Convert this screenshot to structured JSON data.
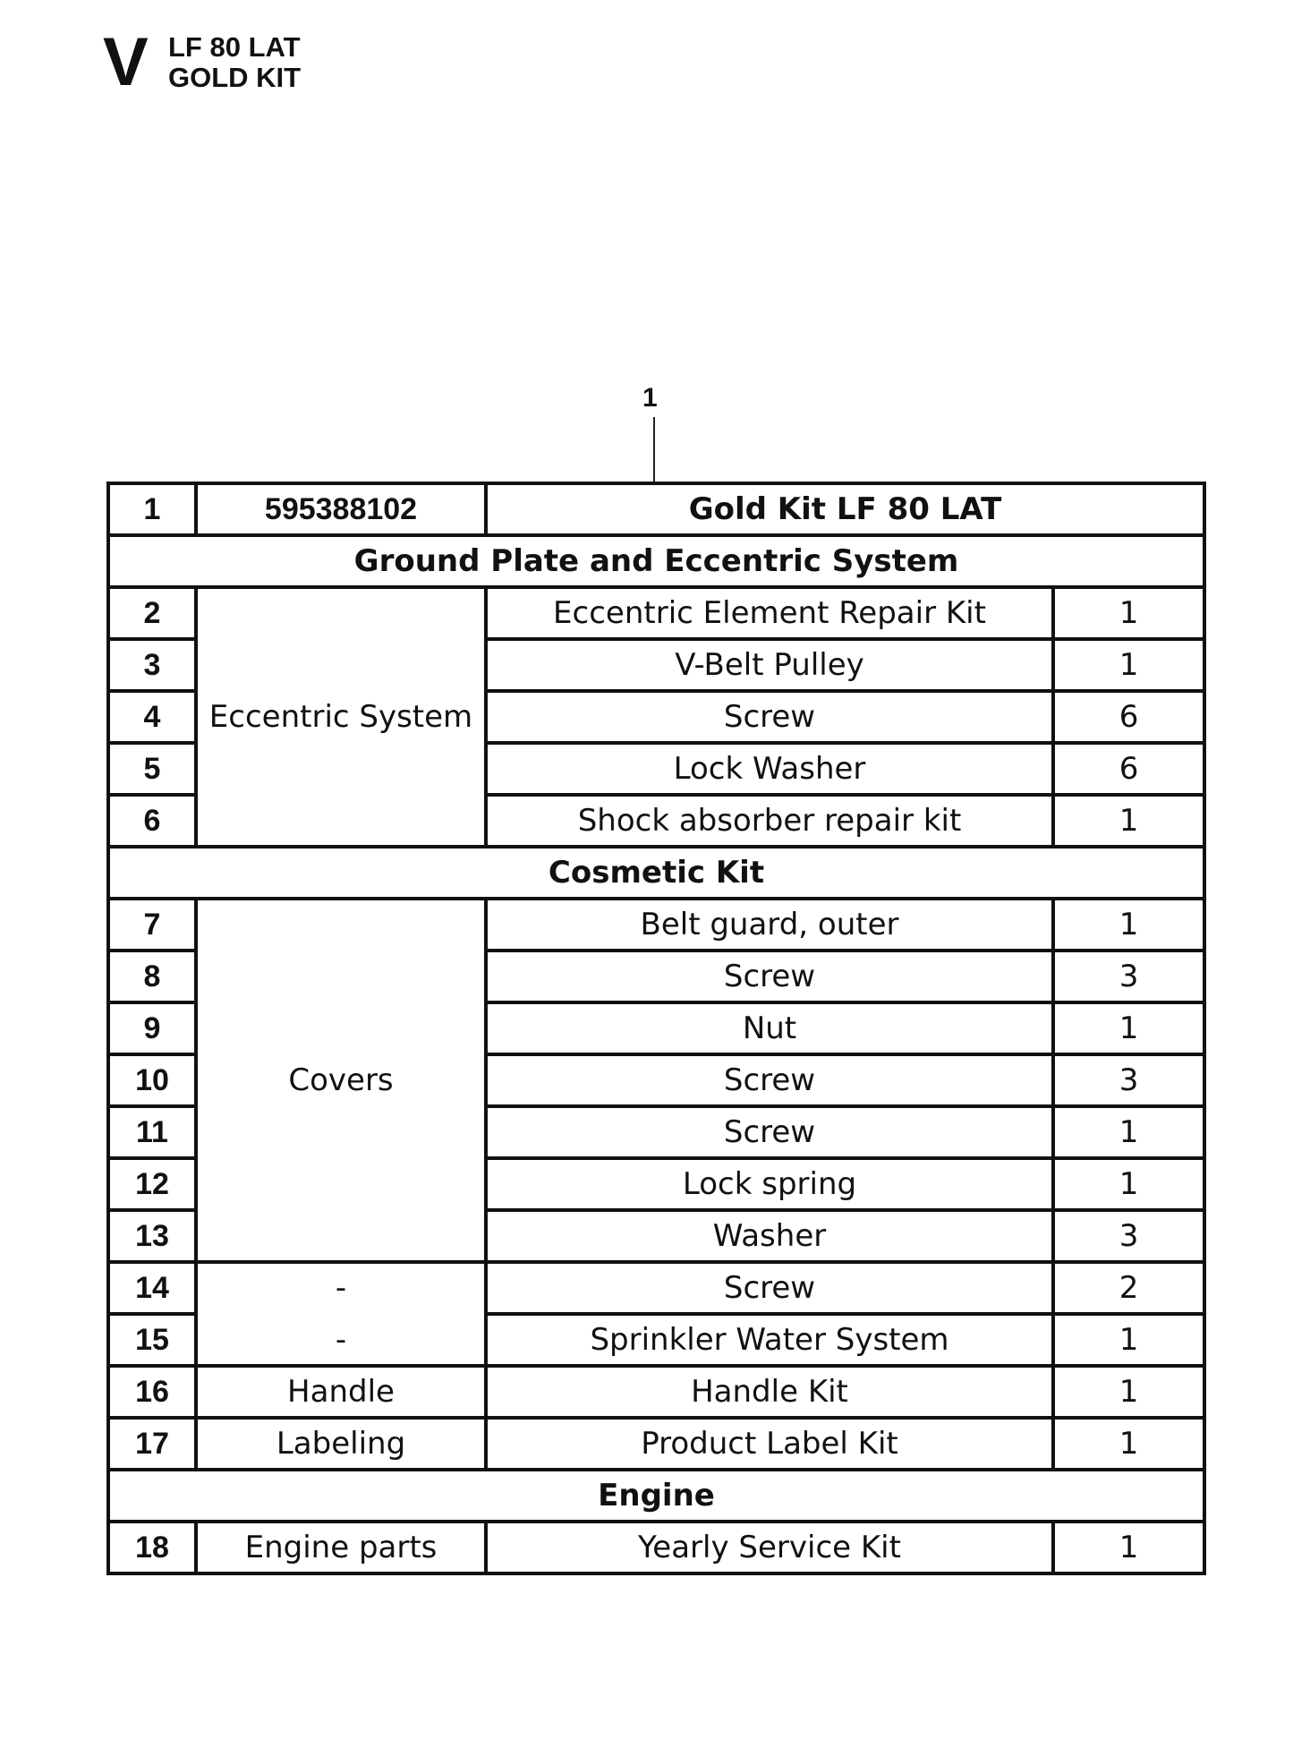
{
  "header": {
    "section_letter": "V",
    "model": "LF 80 LAT",
    "subtitle": "GOLD KIT"
  },
  "callout": {
    "label": "1"
  },
  "kit": {
    "pos": "1",
    "part_number": "595388102",
    "name": "Gold Kit LF 80 LAT"
  },
  "sections": [
    {
      "title": "Ground Plate and Eccentric System"
    },
    {
      "title": "Cosmetic Kit"
    },
    {
      "title": "Engine"
    }
  ],
  "groups": {
    "eccentric": "Eccentric System",
    "covers": "Covers",
    "dash1": "-",
    "dash2": "-",
    "handle": "Handle",
    "labeling": "Labeling",
    "engine_parts": "Engine parts"
  },
  "items": [
    {
      "pos": "2",
      "description": "Eccentric Element Repair Kit",
      "qty": "1"
    },
    {
      "pos": "3",
      "description": "V-Belt Pulley",
      "qty": "1"
    },
    {
      "pos": "4",
      "description": "Screw",
      "qty": "6"
    },
    {
      "pos": "5",
      "description": "Lock Washer",
      "qty": "6"
    },
    {
      "pos": "6",
      "description": "Shock absorber repair kit",
      "qty": "1"
    },
    {
      "pos": "7",
      "description": "Belt guard, outer",
      "qty": "1"
    },
    {
      "pos": "8",
      "description": "Screw",
      "qty": "3"
    },
    {
      "pos": "9",
      "description": "Nut",
      "qty": "1"
    },
    {
      "pos": "10",
      "description": "Screw",
      "qty": "3"
    },
    {
      "pos": "11",
      "description": "Screw",
      "qty": "1"
    },
    {
      "pos": "12",
      "description": "Lock spring",
      "qty": "1"
    },
    {
      "pos": "13",
      "description": "Washer",
      "qty": "3"
    },
    {
      "pos": "14",
      "description": "Screw",
      "qty": "2"
    },
    {
      "pos": "15",
      "description": "Sprinkler Water System",
      "qty": "1"
    },
    {
      "pos": "16",
      "description": "Handle Kit",
      "qty": "1"
    },
    {
      "pos": "17",
      "description": "Product Label Kit",
      "qty": "1"
    },
    {
      "pos": "18",
      "description": "Yearly Service Kit",
      "qty": "1"
    }
  ]
}
